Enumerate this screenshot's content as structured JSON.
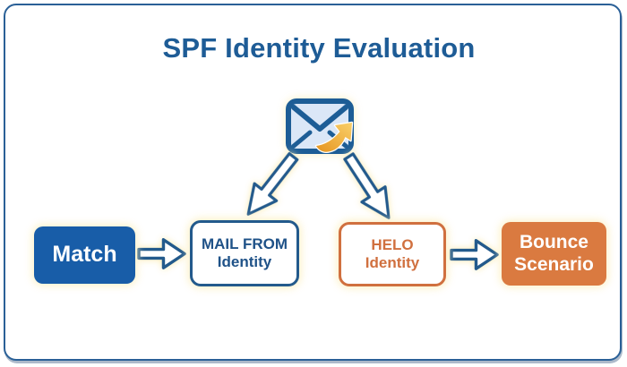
{
  "title": {
    "text": "SPF Identity Evaluation",
    "color": "#1e5c96"
  },
  "frame": {
    "border_color": "#2a6097",
    "background": "#ffffff"
  },
  "envelope_icon": {
    "name": "email-envelope-send-icon",
    "body_fill": "#dbe7f7",
    "outline_color": "#1d5d96",
    "send_arrow_color": "#f0a832"
  },
  "flow": {
    "nodes": [
      {
        "id": "match",
        "lines": [
          "Match"
        ],
        "variant": "filled-blue",
        "fill": "#185da8",
        "text_color": "#ffffff"
      },
      {
        "id": "mail-from-identity",
        "lines": [
          "MAIL FROM",
          "Identity"
        ],
        "variant": "outlined-blue",
        "border_color": "#235a8c",
        "text_color": "#1f5288"
      },
      {
        "id": "helo-identity",
        "lines": [
          "HELO",
          "Identity"
        ],
        "variant": "outlined-orange",
        "border_color": "#d0703f",
        "text_color": "#d0703f"
      },
      {
        "id": "bounce-scenario",
        "lines": [
          "Bounce",
          "Scenario"
        ],
        "variant": "filled-orange",
        "fill": "#da7a40",
        "text_color": "#ffffff"
      }
    ],
    "connectors": [
      {
        "id": "envelope-to-mail-from",
        "direction": "down-left",
        "style": "outlined-white",
        "stroke": "#235a8c"
      },
      {
        "id": "envelope-to-helo",
        "direction": "down-right",
        "style": "outlined-white",
        "stroke": "#235a8c"
      },
      {
        "id": "match-to-mail-from",
        "direction": "right",
        "style": "outlined-white",
        "stroke": "#235a8c"
      },
      {
        "id": "helo-to-bounce",
        "direction": "right",
        "style": "outlined-white",
        "stroke": "#235a8c"
      }
    ],
    "glow_color": "#fbeebd"
  }
}
